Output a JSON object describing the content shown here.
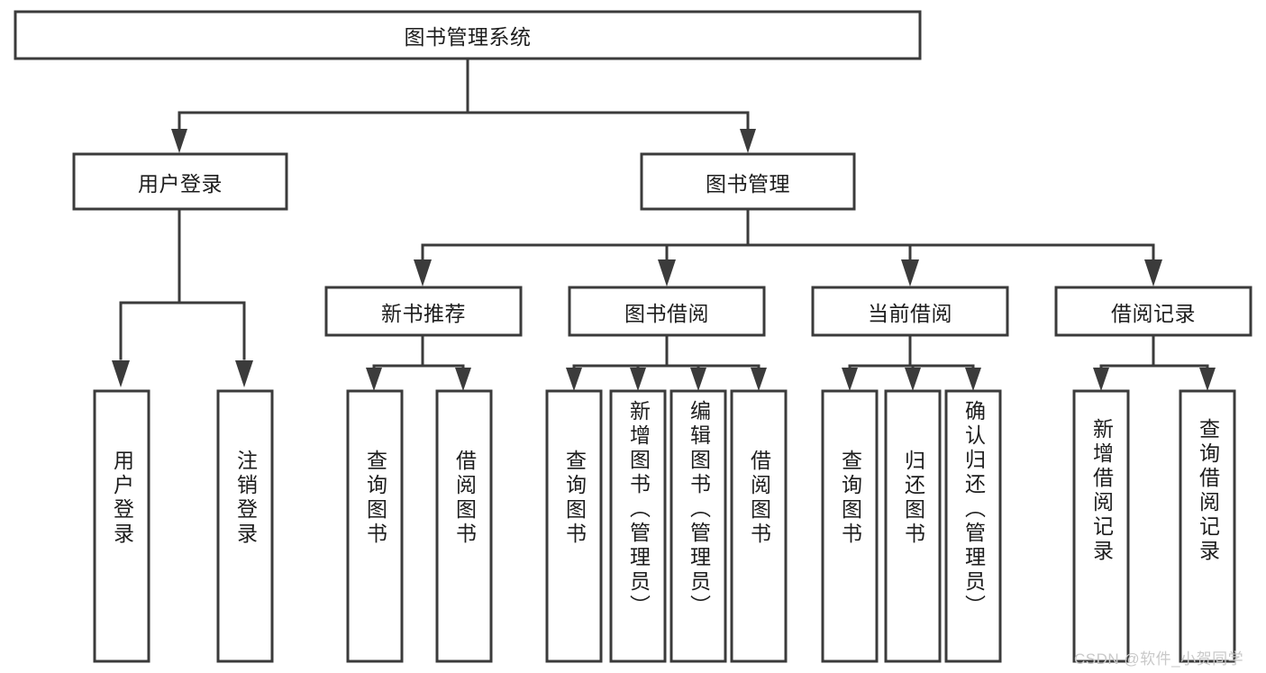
{
  "diagram": {
    "title": "图书管理系统",
    "type": "tree-hierarchy-chart",
    "root": {
      "label": "图书管理系统"
    },
    "level2": [
      {
        "label": "用户登录"
      },
      {
        "label": "图书管理"
      }
    ],
    "level3": [
      {
        "label": "新书推荐"
      },
      {
        "label": "图书借阅"
      },
      {
        "label": "当前借阅"
      },
      {
        "label": "借阅记录"
      }
    ],
    "leaves": {
      "user_login": [
        {
          "label": "用户登录"
        },
        {
          "label": "注销登录"
        }
      ],
      "new_book_recommend": [
        {
          "label": "查询图书"
        },
        {
          "label": "借阅图书"
        }
      ],
      "book_borrow": [
        {
          "label": "查询图书"
        },
        {
          "label": "新增图书（管理员）"
        },
        {
          "label": "编辑图书（管理员）"
        },
        {
          "label": "借阅图书"
        }
      ],
      "current_borrow": [
        {
          "label": "查询图书"
        },
        {
          "label": "归还图书"
        },
        {
          "label": "确认归还（管理员）"
        }
      ],
      "borrow_record": [
        {
          "label": "新增借阅记录"
        },
        {
          "label": "查询借阅记录"
        }
      ]
    }
  },
  "watermark": {
    "text": "CSDN @软件_小贺同学"
  },
  "colors": {
    "stroke": "#3b3b3b",
    "box_fill": "#ffffff",
    "text": "#1d1d1d",
    "watermark": "#c9c9c9",
    "background": "#ffffff"
  }
}
